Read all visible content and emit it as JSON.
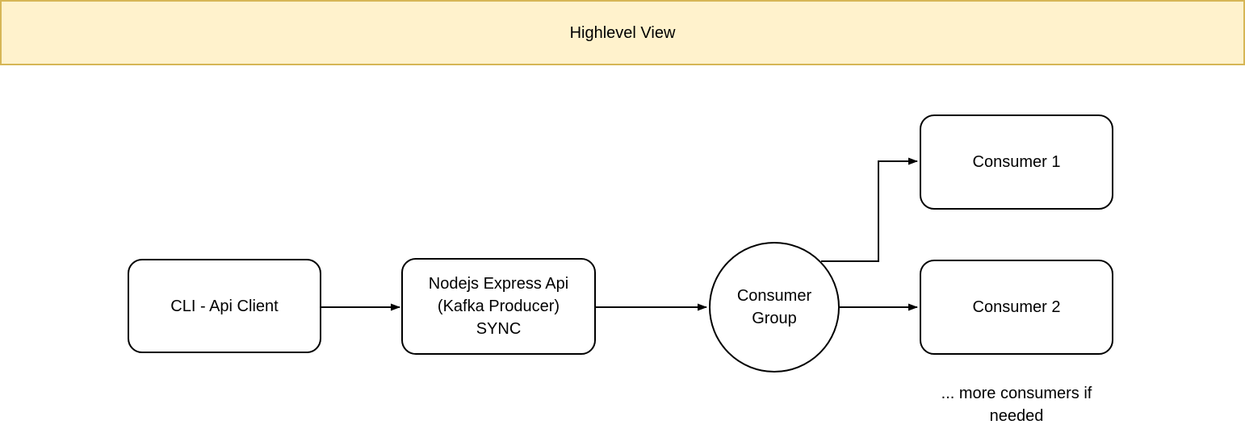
{
  "banner": {
    "title": "Highlevel View",
    "fill_color": "#FFF2CC",
    "border_color": "#D6B656"
  },
  "nodes": {
    "cli": {
      "label": "CLI - Api Client",
      "shape": "rounded-rect"
    },
    "api": {
      "label": "Nodejs Express Api\n(Kafka Producer)\nSYNC",
      "shape": "rounded-rect"
    },
    "consumer_group": {
      "label": "Consumer\nGroup",
      "shape": "circle"
    },
    "consumer1": {
      "label": "Consumer 1",
      "shape": "rounded-rect"
    },
    "consumer2": {
      "label": "Consumer 2",
      "shape": "rounded-rect"
    }
  },
  "annotations": {
    "more_consumers_note": "... more consumers if\nneeded"
  },
  "edges": [
    {
      "from": "cli",
      "to": "api",
      "style": "straight-arrow"
    },
    {
      "from": "api",
      "to": "consumer_group",
      "style": "straight-arrow"
    },
    {
      "from": "consumer_group",
      "to": "consumer1",
      "style": "elbow-arrow"
    },
    {
      "from": "consumer_group",
      "to": "consumer2",
      "style": "straight-arrow"
    }
  ],
  "colors": {
    "stroke": "#000000",
    "node_fill": "#FFFFFF",
    "background": "#FFFFFF"
  }
}
